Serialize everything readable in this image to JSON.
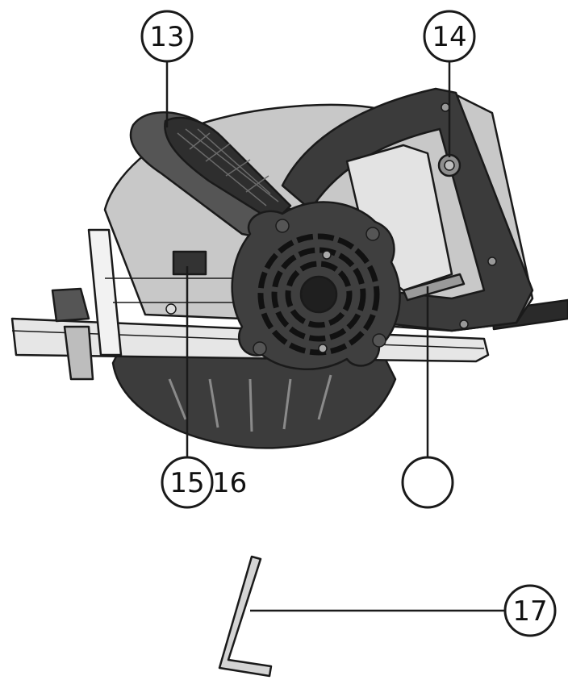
{
  "callouts": [
    {
      "id": "13",
      "label": "13",
      "part": "handle"
    },
    {
      "id": "14",
      "label": "14",
      "part": "screw"
    },
    {
      "id": "15",
      "label": "15",
      "part": "depth-lock-lever"
    },
    {
      "id": "blank",
      "label": "",
      "part": "riving-knife"
    },
    {
      "id": "17",
      "label": "17",
      "part": "hex-key"
    }
  ],
  "extra_labels": {
    "label_16": "16"
  },
  "colors": {
    "outline": "#1a1a1a",
    "dark_body": "#3a3a3a",
    "mid_body": "#7d7d7d",
    "light_body": "#c9c9c9",
    "blade_guard": "#4a4a4a",
    "background": "#ffffff"
  }
}
